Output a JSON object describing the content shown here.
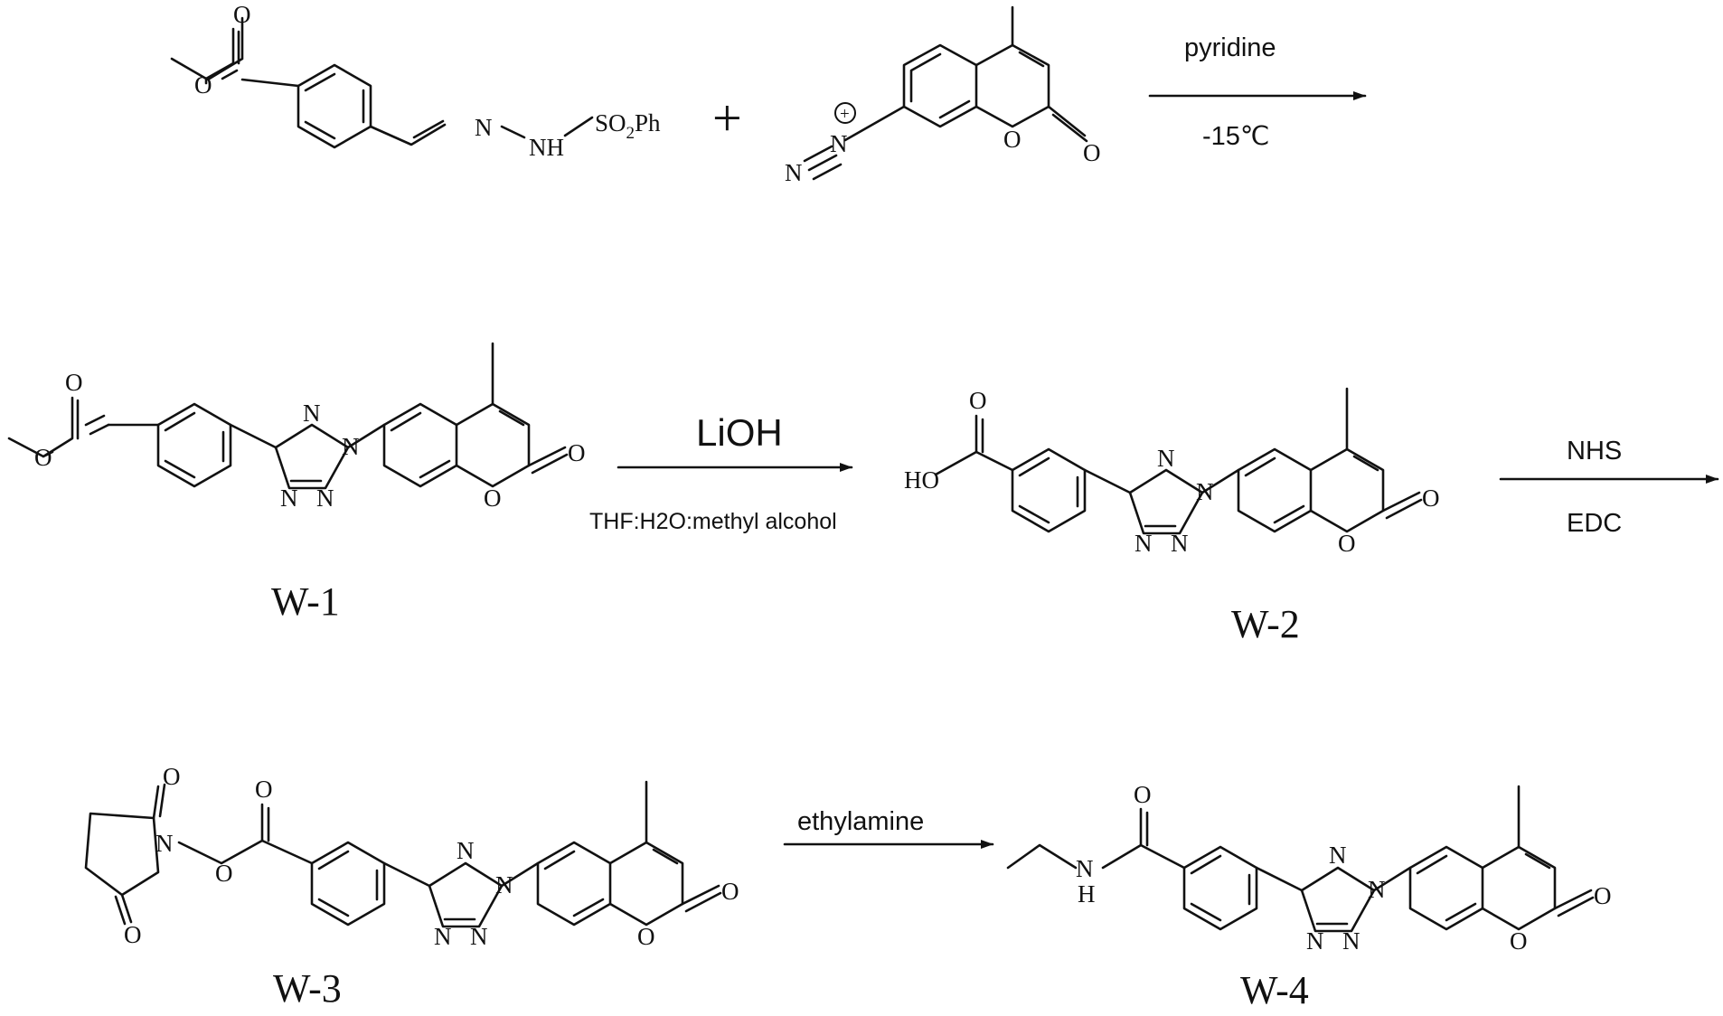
{
  "reaction_1": {
    "plus": "+",
    "reagent_top": "pyridine",
    "reagent_bottom": "-15℃",
    "atoms": {
      "o_carbonyl": "O",
      "o_ester": "O",
      "n_imine": "N",
      "nh": "NH",
      "so2ph": "SO",
      "so2ph_sub": "2",
      "so2ph_tail": "Ph",
      "n_plus": "N",
      "n_terminal": "N",
      "charge": "+",
      "o_ring": "O",
      "o_lactone": "O"
    }
  },
  "reaction_2": {
    "reagent_top": "LiOH",
    "reagent_bottom": "THF:H2O:methyl alcohol"
  },
  "reaction_3": {
    "reagent_top": "NHS",
    "reagent_bottom": "EDC"
  },
  "reaction_4": {
    "reagent_top": "ethylamine"
  },
  "compounds": [
    {
      "label": "W-1"
    },
    {
      "label": "W-2"
    },
    {
      "label": "W-3"
    },
    {
      "label": "W-4"
    }
  ],
  "atom_text": {
    "O": "O",
    "N": "N",
    "HO": "HO",
    "H": "H"
  }
}
